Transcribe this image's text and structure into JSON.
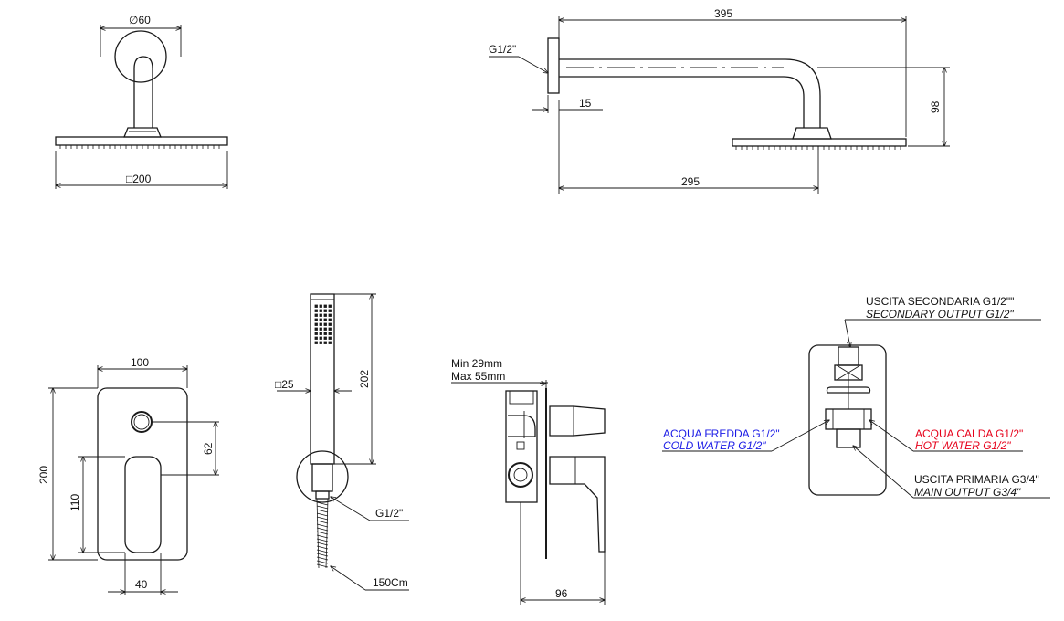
{
  "colors": {
    "line": "#1a1a1a",
    "cold_label": "#1a1ae6",
    "hot_label": "#e6001a",
    "background": "#ffffff"
  },
  "head_front": {
    "arm_diameter": "∅60",
    "head_square": "□200"
  },
  "head_side": {
    "arm_length": "395",
    "connection": "G1/2\"",
    "flange": "15",
    "projection": "295",
    "drop": "98"
  },
  "plate": {
    "width": "100",
    "height": "200",
    "button_offset": "62",
    "lever_height": "110",
    "lever_width": "40"
  },
  "hand_shower": {
    "square": "□25",
    "length": "202",
    "connection": "G1/2\"",
    "hose": "150Cm"
  },
  "body": {
    "depth_min": "Min 29mm",
    "depth_max": "Max 55mm",
    "overall": "96"
  },
  "connections": {
    "secondary_it": "USCITA SECONDARIA G1/2\"\"",
    "secondary_en": "SECONDARY OUTPUT G1/2\"",
    "cold_it": "ACQUA FREDDA G1/2\"",
    "cold_en": "COLD WATER G1/2\"",
    "hot_it": "ACQUA CALDA G1/2\"",
    "hot_en": "HOT WATER G1/2\"",
    "main_it": "USCITA PRIMARIA G3/4\"",
    "main_en": "MAIN OUTPUT G3/4\""
  }
}
